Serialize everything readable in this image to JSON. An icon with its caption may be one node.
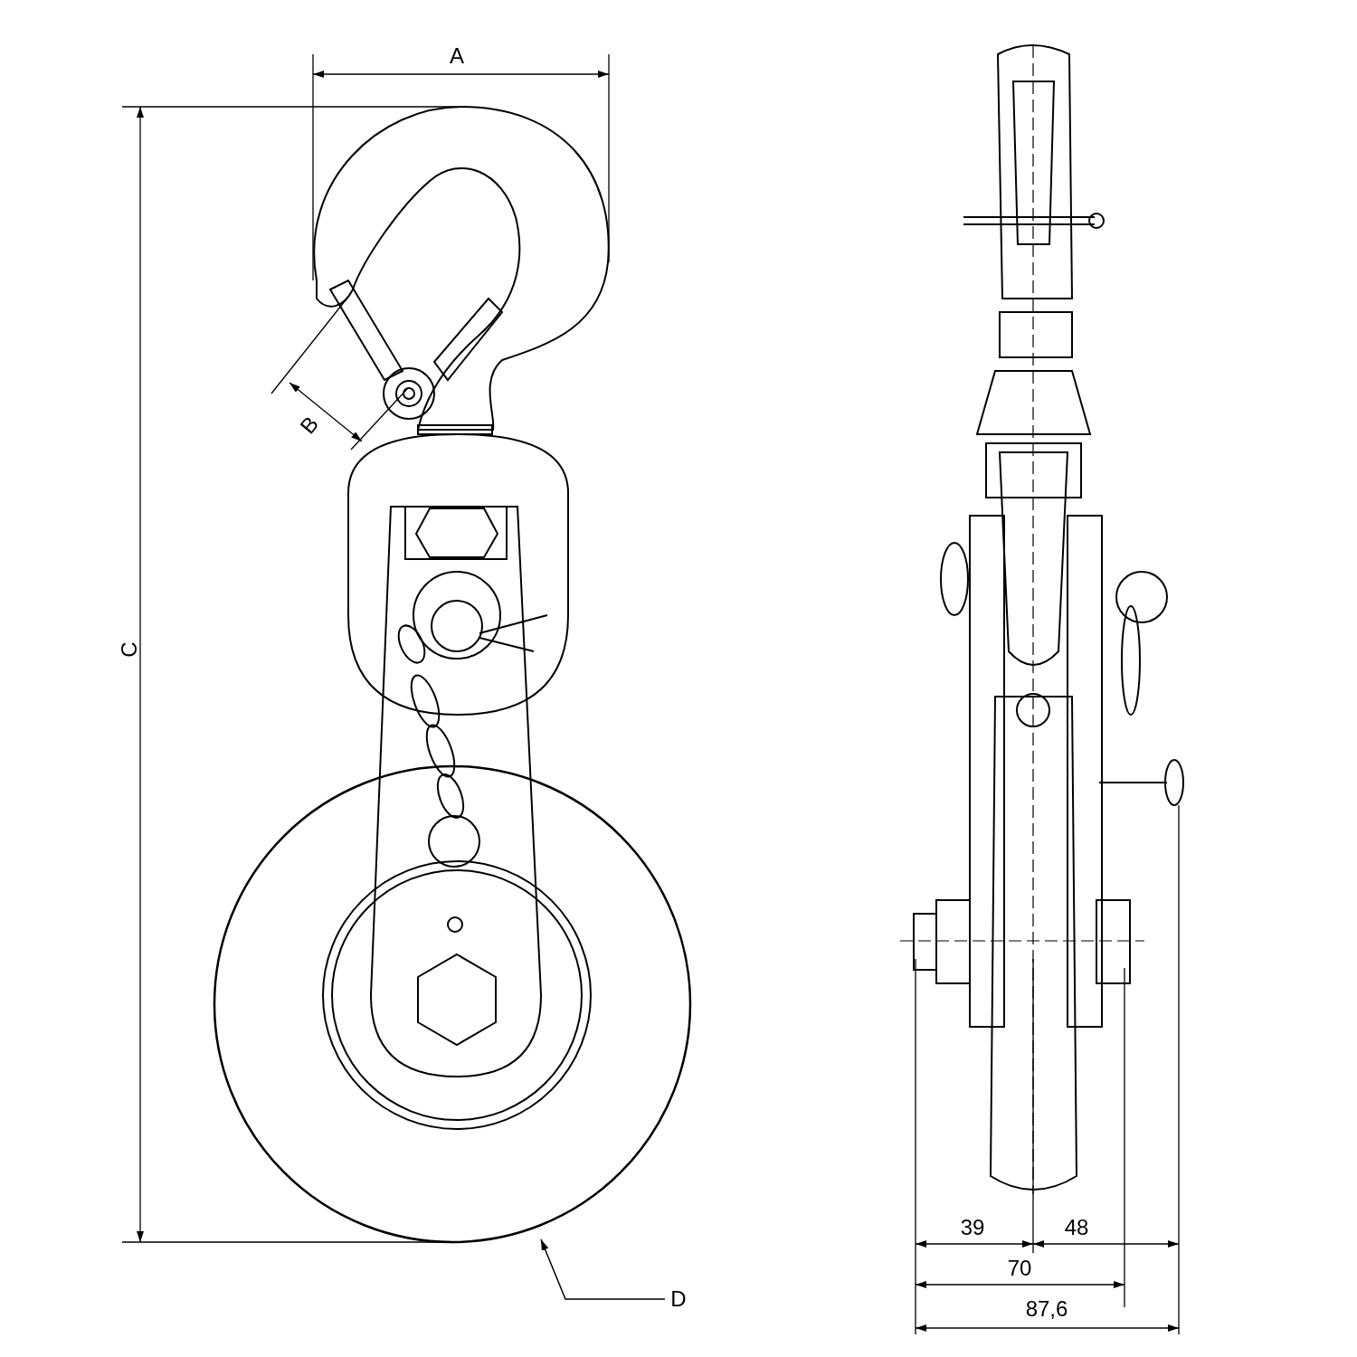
{
  "diagram": {
    "nodes": [
      {
        "text": [
          "D"
        ]
      },
      {
        "text": [],
        "shape": "circle"
      }
    ],
    "edges": [
      {
        "from": 0,
        "to": 1,
        "arrow": "to"
      }
    ],
    "labels": [
      "A",
      "B",
      "C",
      "39",
      "48",
      "70",
      "87,6"
    ]
  }
}
